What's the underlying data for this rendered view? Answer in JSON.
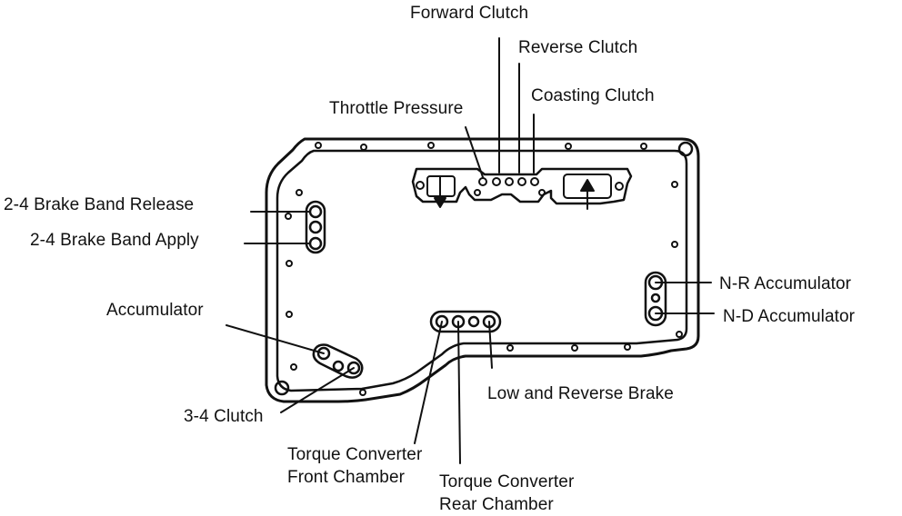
{
  "colors": {
    "ink": "#111111",
    "background": "#ffffff"
  },
  "labels": {
    "forward_clutch": "Forward Clutch",
    "reverse_clutch": "Reverse Clutch",
    "coasting_clutch": "Coasting Clutch",
    "throttle_pressure": "Throttle Pressure",
    "brake_band_release": "2-4 Brake Band Release",
    "brake_band_apply": "2-4 Brake Band Apply",
    "accumulator": "Accumulator",
    "nr_accumulator": "N-R Accumulator",
    "nd_accumulator": "N-D Accumulator",
    "low_reverse_brake": "Low and Reverse Brake",
    "clutch_34": "3-4 Clutch",
    "tc_front_line1": "Torque Converter",
    "tc_front_line2": "Front Chamber",
    "tc_rear_line1": "Torque Converter",
    "tc_rear_line2": "Rear Chamber"
  }
}
